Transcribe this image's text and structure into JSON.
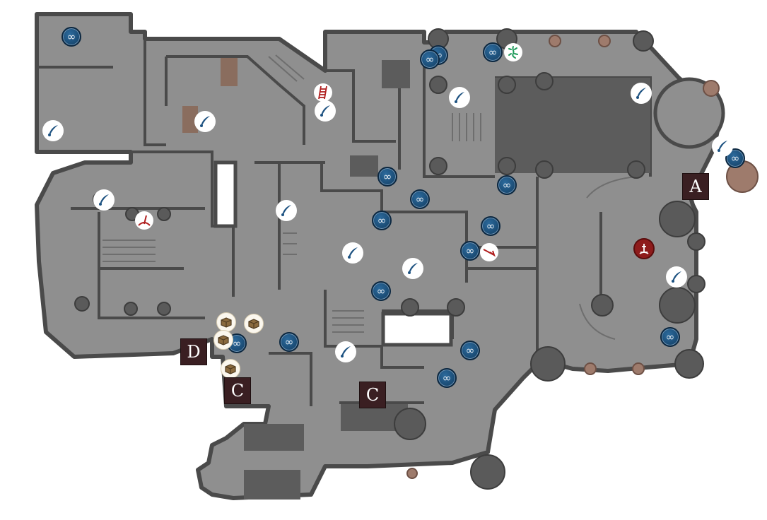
{
  "map": {
    "labels": [
      {
        "id": "A",
        "text": "A"
      },
      {
        "id": "C1",
        "text": "C"
      },
      {
        "id": "C2",
        "text": "C"
      },
      {
        "id": "D",
        "text": "D"
      }
    ],
    "legend_icons": {
      "portal": "infinity-portal-icon",
      "quill": "quill-icon",
      "crate": "crate-icon",
      "ladder": "ladder-icon",
      "lizard": "lizard-icon",
      "red_marker": "red-marker-icon",
      "red_circle": "red-circle-icon"
    },
    "colors": {
      "floor": "#8f8f8f",
      "wall": "#4a4a4a",
      "dark_block": "#5c5c5c",
      "pillar": "#5a5a5a",
      "pillar_brown": "#9e7b6c",
      "portal": "#1d5281",
      "label_bg": "#3a1f22",
      "marker_red": "#8e1b1b"
    }
  }
}
